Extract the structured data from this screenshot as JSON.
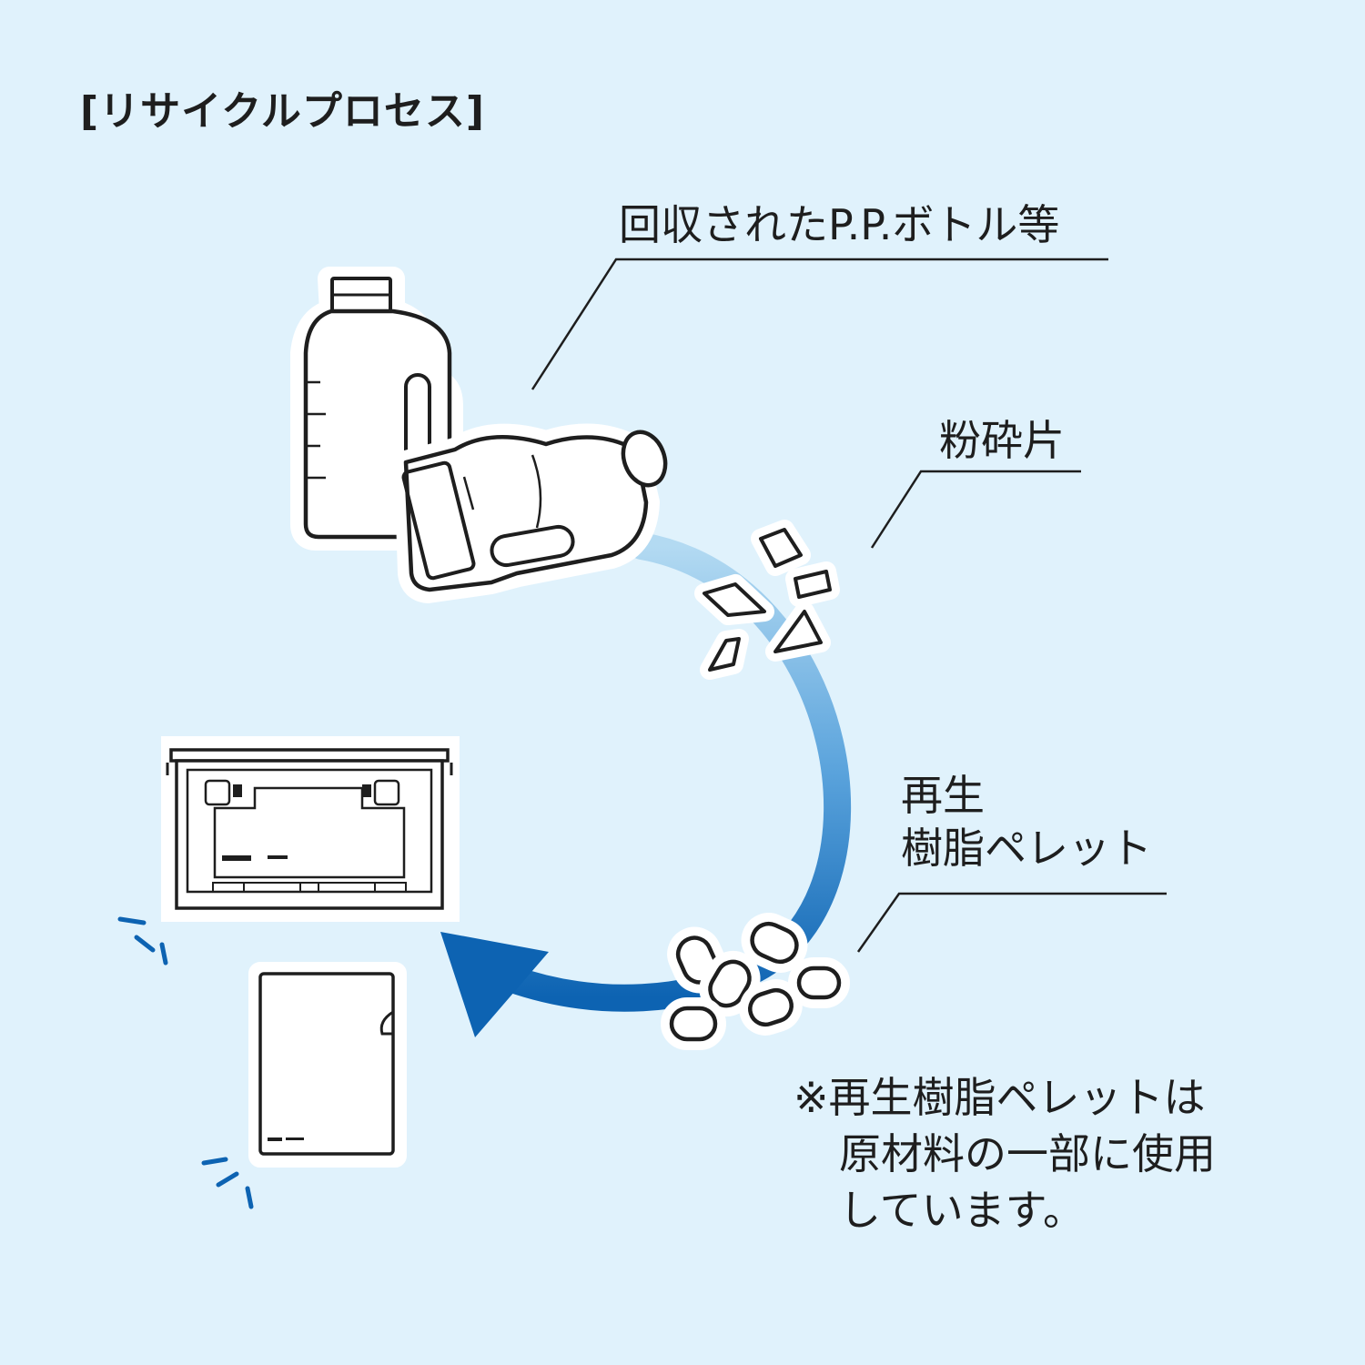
{
  "title": "[リサイクルプロセス]",
  "labels": {
    "bottles": "回収されたP.P.ボトル等",
    "crushed": "粉砕片",
    "pellets_line1": "再生",
    "pellets_line2": "樹脂ペレット"
  },
  "note": {
    "line1": "※再生樹脂ペレットは",
    "line2": "原材料の一部に使用",
    "line3": "しています。"
  },
  "colors": {
    "background": "#e0f2fc",
    "arrow_light": "#a9d3ef",
    "arrow_dark": "#0d63b2",
    "outline": "#1e1e1e"
  },
  "icons": [
    "bottle-icon",
    "crushed-bottle-icon",
    "fragment-icon",
    "pellet-icon",
    "storage-box-icon",
    "clear-file-icon"
  ]
}
